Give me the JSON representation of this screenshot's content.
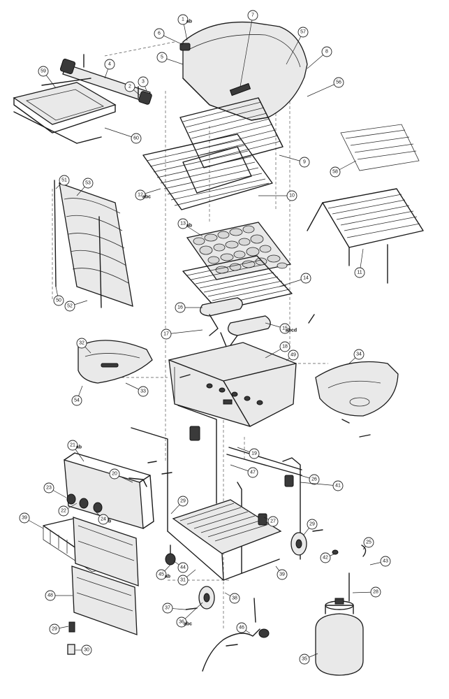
{
  "callouts": [
    {
      "id": "1",
      "suffix": "ab"
    },
    {
      "id": "7",
      "suffix": ""
    },
    {
      "id": "57",
      "suffix": ""
    },
    {
      "id": "6",
      "suffix": ""
    },
    {
      "id": "5",
      "suffix": ""
    },
    {
      "id": "8",
      "suffix": ""
    },
    {
      "id": "56",
      "suffix": ""
    },
    {
      "id": "59",
      "suffix": ""
    },
    {
      "id": "4",
      "suffix": ""
    },
    {
      "id": "2",
      "suffix": ""
    },
    {
      "id": "3",
      "suffix": ""
    },
    {
      "id": "60",
      "suffix": ""
    },
    {
      "id": "9",
      "suffix": ""
    },
    {
      "id": "58",
      "suffix": ""
    },
    {
      "id": "10",
      "suffix": ""
    },
    {
      "id": "12",
      "suffix": "abc"
    },
    {
      "id": "51",
      "suffix": ""
    },
    {
      "id": "53",
      "suffix": ""
    },
    {
      "id": "13",
      "suffix": "ab"
    },
    {
      "id": "11",
      "suffix": ""
    },
    {
      "id": "14",
      "suffix": ""
    },
    {
      "id": "50",
      "suffix": ""
    },
    {
      "id": "52",
      "suffix": ""
    },
    {
      "id": "16",
      "suffix": ""
    },
    {
      "id": "17",
      "suffix": ""
    },
    {
      "id": "15",
      "suffix": "abcd"
    },
    {
      "id": "18",
      "suffix": ""
    },
    {
      "id": "49",
      "suffix": ""
    },
    {
      "id": "32",
      "suffix": ""
    },
    {
      "id": "34",
      "suffix": ""
    },
    {
      "id": "54",
      "suffix": ""
    },
    {
      "id": "33",
      "suffix": ""
    },
    {
      "id": "21",
      "suffix": "ab"
    },
    {
      "id": "19",
      "suffix": ""
    },
    {
      "id": "20",
      "suffix": ""
    },
    {
      "id": "47",
      "suffix": ""
    },
    {
      "id": "26",
      "suffix": ""
    },
    {
      "id": "41",
      "suffix": ""
    },
    {
      "id": "23",
      "suffix": ""
    },
    {
      "id": "22",
      "suffix": ""
    },
    {
      "id": "29",
      "suffix": ""
    },
    {
      "id": "24",
      "suffix": "b"
    },
    {
      "id": "39",
      "suffix": ""
    },
    {
      "id": "27",
      "suffix": ""
    },
    {
      "id": "29",
      "suffix": ""
    },
    {
      "id": "25",
      "suffix": ""
    },
    {
      "id": "42",
      "suffix": ""
    },
    {
      "id": "43",
      "suffix": ""
    },
    {
      "id": "44",
      "suffix": ""
    },
    {
      "id": "45",
      "suffix": "ab"
    },
    {
      "id": "31",
      "suffix": ""
    },
    {
      "id": "39",
      "suffix": ""
    },
    {
      "id": "48",
      "suffix": ""
    },
    {
      "id": "28",
      "suffix": ""
    },
    {
      "id": "38",
      "suffix": ""
    },
    {
      "id": "37",
      "suffix": ""
    },
    {
      "id": "36",
      "suffix": "abc"
    },
    {
      "id": "46",
      "suffix": ""
    },
    {
      "id": "29",
      "suffix": ""
    },
    {
      "id": "30",
      "suffix": ""
    },
    {
      "id": "35",
      "suffix": ""
    }
  ]
}
